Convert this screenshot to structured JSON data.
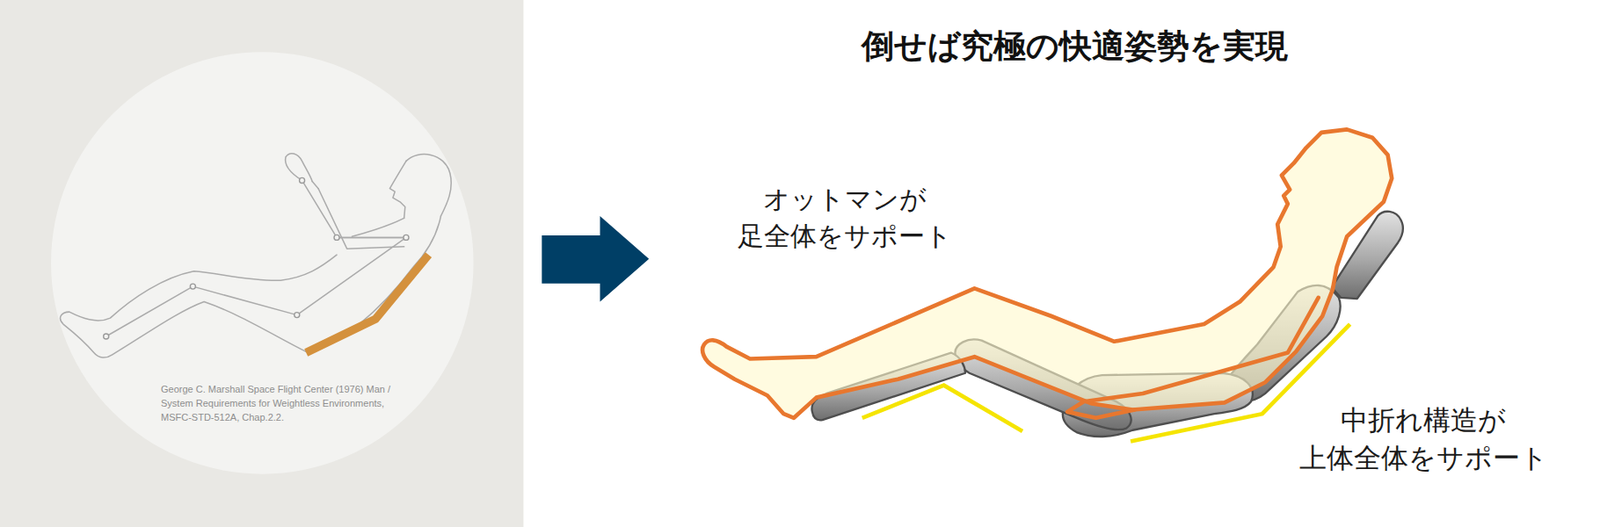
{
  "diagram": {
    "title": "倒せば究極の快適姿勢を実現",
    "labels": [
      "George C. Marshall Space Flight Center (1976) Man / System Requirements for Weightless Environments, MSFC-STD-512A, Chap.2.2.",
      "オットマンが 足全体をサポート",
      "中折れ構造が 上体全体をサポート"
    ]
  }
}
